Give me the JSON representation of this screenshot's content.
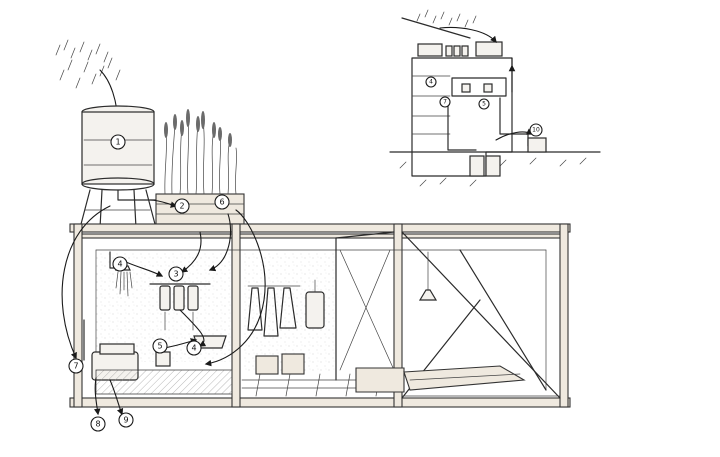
{
  "diagram": {
    "markers": [
      {
        "id": "m1",
        "label": "1"
      },
      {
        "id": "m2",
        "label": "2"
      },
      {
        "id": "m3",
        "label": "3"
      },
      {
        "id": "m4a",
        "label": "4"
      },
      {
        "id": "m4b",
        "label": "4"
      },
      {
        "id": "m5",
        "label": "5"
      },
      {
        "id": "m6",
        "label": "6"
      },
      {
        "id": "m7",
        "label": "7"
      },
      {
        "id": "m8",
        "label": "8"
      },
      {
        "id": "m9",
        "label": "9"
      }
    ],
    "inset_markers": [
      {
        "id": "i4",
        "label": "4"
      },
      {
        "id": "i5",
        "label": "5"
      },
      {
        "id": "i7",
        "label": "7"
      },
      {
        "id": "i10",
        "label": "10"
      }
    ]
  }
}
